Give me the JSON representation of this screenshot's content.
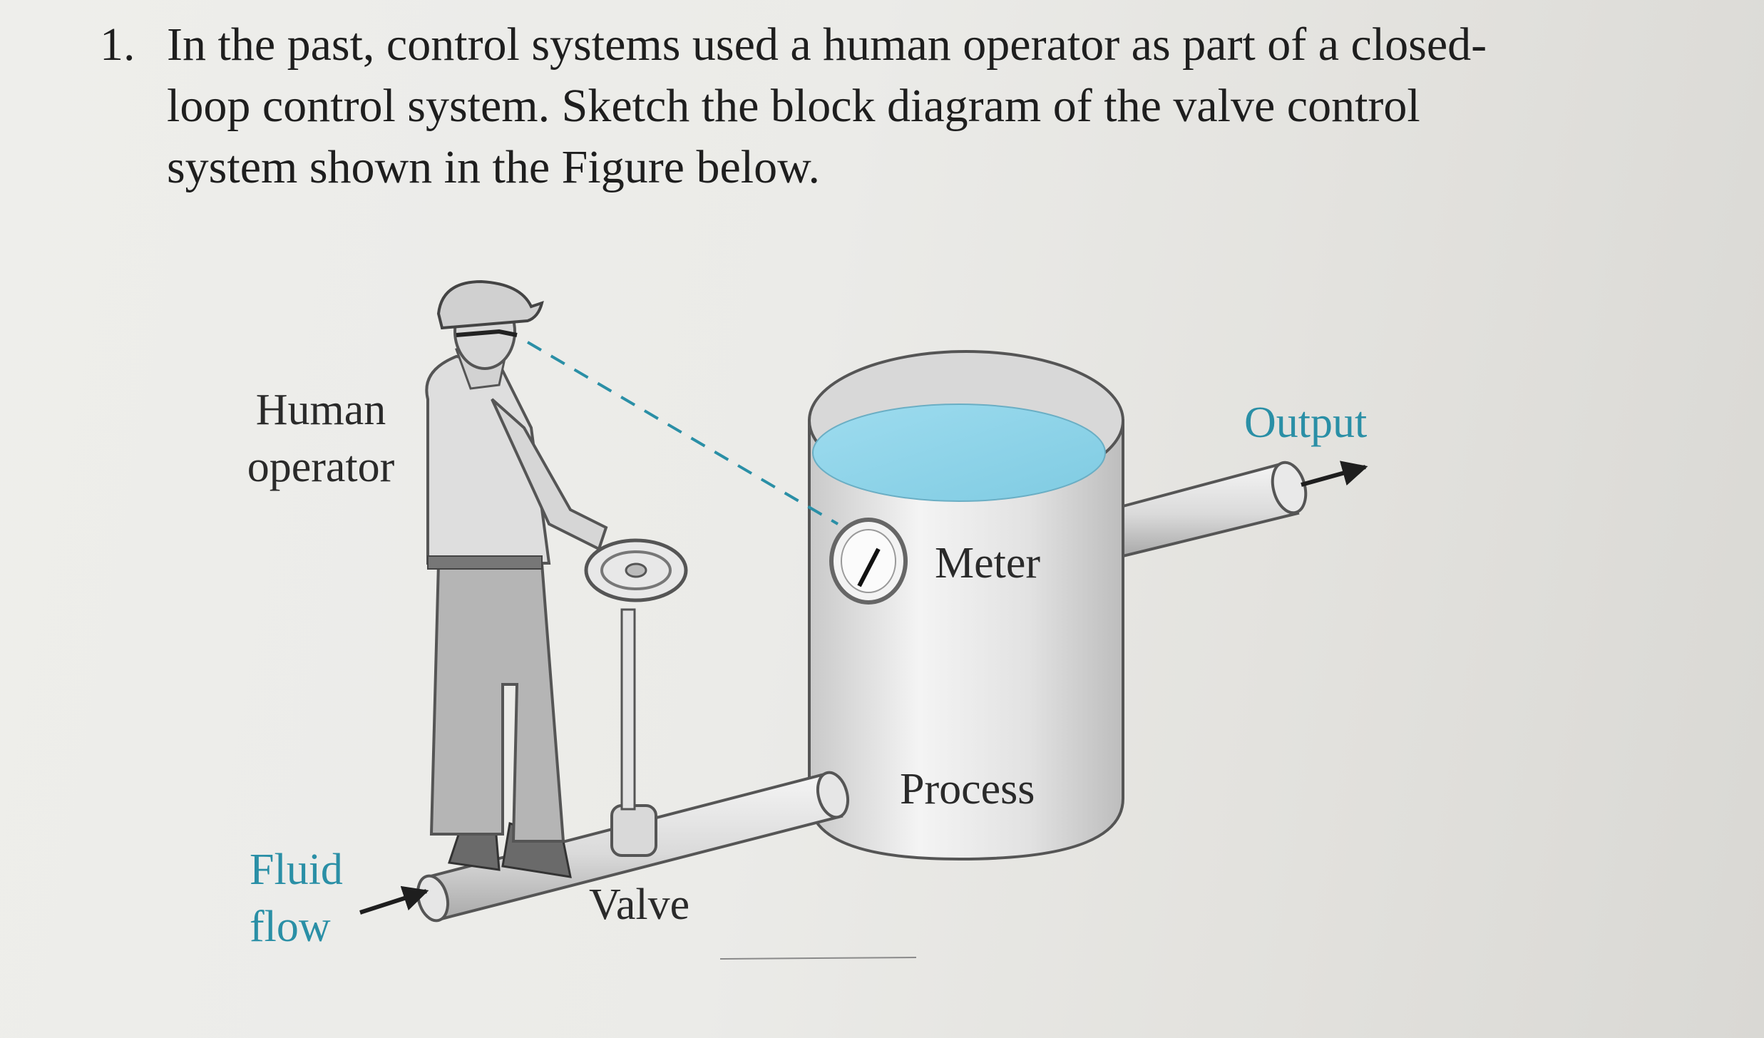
{
  "question": {
    "number": "1.",
    "text": "In the past, control systems used a human operator as part of a closed-\nloop control system. Sketch the block diagram of the valve control\nsystem shown in the Figure below."
  },
  "figure": {
    "labels": {
      "human_operator": "Human\noperator",
      "fluid_flow": "Fluid\nflow",
      "valve": "Valve",
      "meter": "Meter",
      "process": "Process",
      "output": "Output"
    },
    "colors": {
      "accent_teal": "#2a8fa6",
      "water": "#8fd3e8",
      "text": "#2a2a2a"
    }
  }
}
